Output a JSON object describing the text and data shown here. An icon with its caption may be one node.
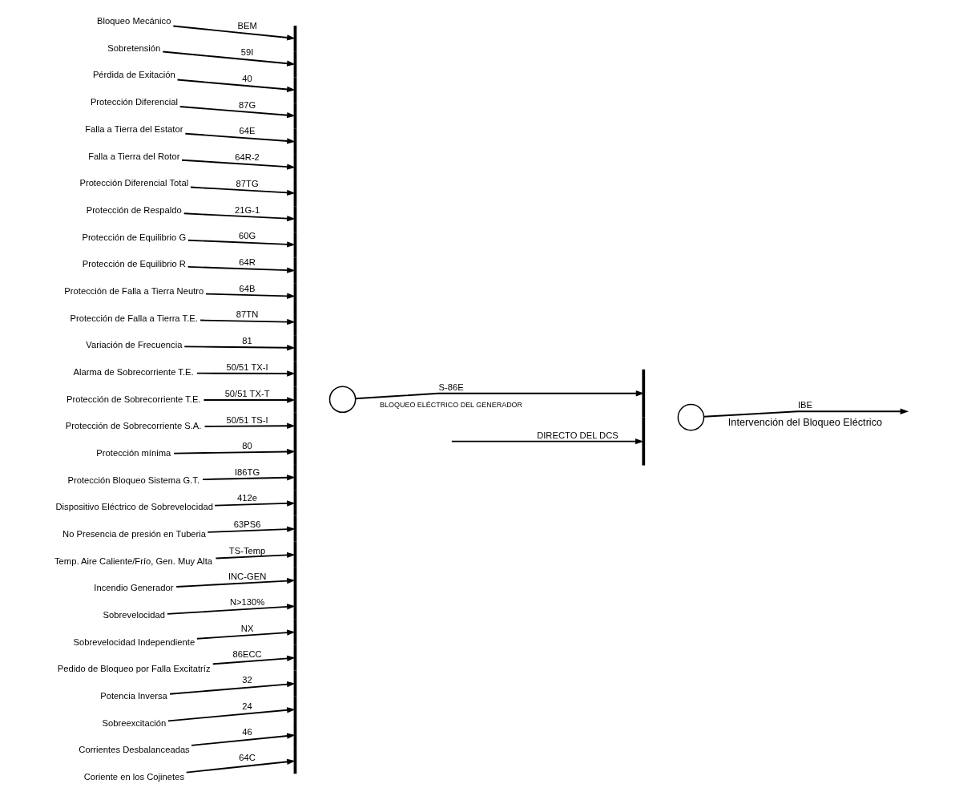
{
  "diagram": {
    "nodes": [
      {
        "text": [
          "Bloqueo Mecánico"
        ]
      },
      {
        "text": [
          "Sobretensión"
        ]
      },
      {
        "text": [
          "Pérdida de Exitación"
        ]
      },
      {
        "text": [
          "Protección Diferencial"
        ]
      },
      {
        "text": [
          "Falla a Tierra del Estator"
        ]
      },
      {
        "text": [
          "Falla a Tierra del Rotor"
        ]
      },
      {
        "text": [
          "Protección Diferencial Total"
        ]
      },
      {
        "text": [
          "Protección de Respaldo"
        ]
      },
      {
        "text": [
          "Protección de Equilibrio G"
        ]
      },
      {
        "text": [
          "Protección de Equilibrio R"
        ]
      },
      {
        "text": [
          "Protección de Falla a Tierra Neutro"
        ]
      },
      {
        "text": [
          "Protección de Falla a Tierra T.E."
        ]
      },
      {
        "text": [
          "Variación de Frecuencia"
        ]
      },
      {
        "text": [
          "Alarma de Sobrecorriente T.E."
        ]
      },
      {
        "text": [
          "Protección de Sobrecorriente T.E."
        ]
      },
      {
        "text": [
          "Protección de Sobrecorriente S.A."
        ]
      },
      {
        "text": [
          "Protección mínima"
        ]
      },
      {
        "text": [
          "Protección Bloqueo Sistema G.T."
        ]
      },
      {
        "text": [
          "Dispositivo Eléctrico de Sobrevelocidad"
        ]
      },
      {
        "text": [
          "No Presencia de presión en Tuberia"
        ]
      },
      {
        "text": [
          "Temp. Aire Caliente/Frío, Gen. Muy Alta"
        ]
      },
      {
        "text": [
          "Incendio Generador"
        ]
      },
      {
        "text": [
          "Sobrevelocidad"
        ]
      },
      {
        "text": [
          "Sobrevelocidad Independiente"
        ]
      },
      {
        "text": [
          "Pedido de Bloqueo por Falla Excitatríz"
        ]
      },
      {
        "text": [
          "Potencia Inversa"
        ]
      },
      {
        "text": [
          "Sobreexcitación"
        ]
      },
      {
        "text": [
          "Corrientes Desbalanceadas"
        ]
      },
      {
        "text": [
          "Coriente en los Cojinetes"
        ]
      },
      {
        "text": [],
        "shape": "bar"
      },
      {
        "text": [],
        "shape": "circle"
      },
      {
        "text": [],
        "shape": "bar"
      },
      {
        "text": [],
        "shape": "circle"
      }
    ],
    "edges": [
      {
        "from": 0,
        "to": 29,
        "arrow": "to",
        "label": "BEM"
      },
      {
        "from": 1,
        "to": 29,
        "arrow": "to",
        "label": "59I"
      },
      {
        "from": 2,
        "to": 29,
        "arrow": "to",
        "label": "40"
      },
      {
        "from": 3,
        "to": 29,
        "arrow": "to",
        "label": "87G"
      },
      {
        "from": 4,
        "to": 29,
        "arrow": "to",
        "label": "64E"
      },
      {
        "from": 5,
        "to": 29,
        "arrow": "to",
        "label": "64R-2"
      },
      {
        "from": 6,
        "to": 29,
        "arrow": "to",
        "label": "87TG"
      },
      {
        "from": 7,
        "to": 29,
        "arrow": "to",
        "label": "21G-1"
      },
      {
        "from": 8,
        "to": 29,
        "arrow": "to",
        "label": "60G"
      },
      {
        "from": 9,
        "to": 29,
        "arrow": "to",
        "label": "64R"
      },
      {
        "from": 10,
        "to": 29,
        "arrow": "to",
        "label": "64B"
      },
      {
        "from": 11,
        "to": 29,
        "arrow": "to",
        "label": "87TN"
      },
      {
        "from": 12,
        "to": 29,
        "arrow": "to",
        "label": "81"
      },
      {
        "from": 13,
        "to": 29,
        "arrow": "to",
        "label": "50/51 TX-I"
      },
      {
        "from": 14,
        "to": 29,
        "arrow": "to",
        "label": "50/51 TX-T"
      },
      {
        "from": 15,
        "to": 29,
        "arrow": "to",
        "label": "50/51 TS-I"
      },
      {
        "from": 16,
        "to": 29,
        "arrow": "to",
        "label": "80"
      },
      {
        "from": 17,
        "to": 29,
        "arrow": "to",
        "label": "I86TG"
      },
      {
        "from": 18,
        "to": 29,
        "arrow": "to",
        "label": "412e"
      },
      {
        "from": 19,
        "to": 29,
        "arrow": "to",
        "label": "63PS6"
      },
      {
        "from": 20,
        "to": 29,
        "arrow": "to",
        "label": "TS-Temp"
      },
      {
        "from": 21,
        "to": 29,
        "arrow": "to",
        "label": "INC-GEN"
      },
      {
        "from": 22,
        "to": 29,
        "arrow": "to",
        "label": "N>130%"
      },
      {
        "from": 23,
        "to": 29,
        "arrow": "to",
        "label": "NX"
      },
      {
        "from": 24,
        "to": 29,
        "arrow": "to",
        "label": "86ECC"
      },
      {
        "from": 25,
        "to": 29,
        "arrow": "to",
        "label": "32"
      },
      {
        "from": 26,
        "to": 29,
        "arrow": "to",
        "label": "24"
      },
      {
        "from": 27,
        "to": 29,
        "arrow": "to",
        "label": "46"
      },
      {
        "from": 28,
        "to": 29,
        "arrow": "to",
        "label": "64C"
      },
      {
        "from": 30,
        "to": 31,
        "arrow": "to",
        "label": "S-86E"
      },
      {
        "from": null,
        "to": 31,
        "arrow": "to",
        "label": "DIRECTO DEL DCS"
      },
      {
        "from": 32,
        "to": null,
        "arrow": "to",
        "label": "IBE"
      }
    ],
    "labels": [
      "BLOQUEO ELÉCTRICO DEL GENERADOR",
      "Intervención del Bloqueo Eléctrico"
    ]
  }
}
